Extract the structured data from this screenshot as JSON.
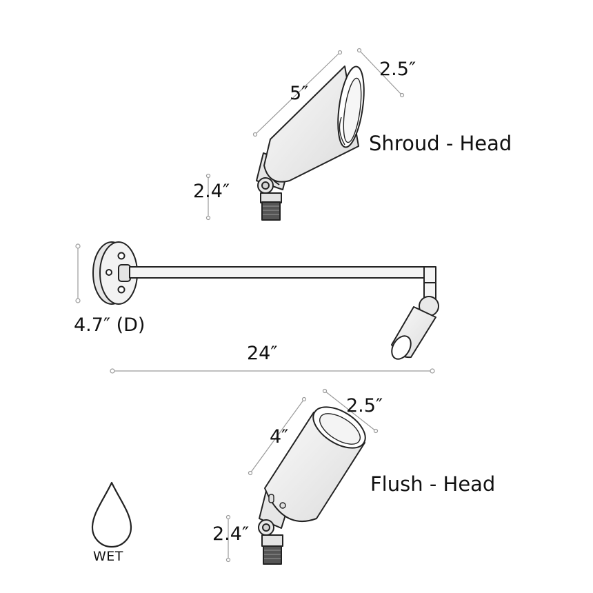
{
  "shroud": {
    "title": "Shroud - Head",
    "length": "5″",
    "diameter": "2.5″",
    "base": "2.4″"
  },
  "arm": {
    "depth": "4.7″ (D)",
    "length": "24″"
  },
  "flush": {
    "title": "Flush - Head",
    "length": "4″",
    "diameter": "2.5″",
    "base": "2.4″"
  },
  "badge": {
    "label": "WET"
  },
  "colors": {
    "fixture_fill": "#efefef",
    "stroke": "#222222",
    "dimension_line": "#9a9a9a"
  }
}
